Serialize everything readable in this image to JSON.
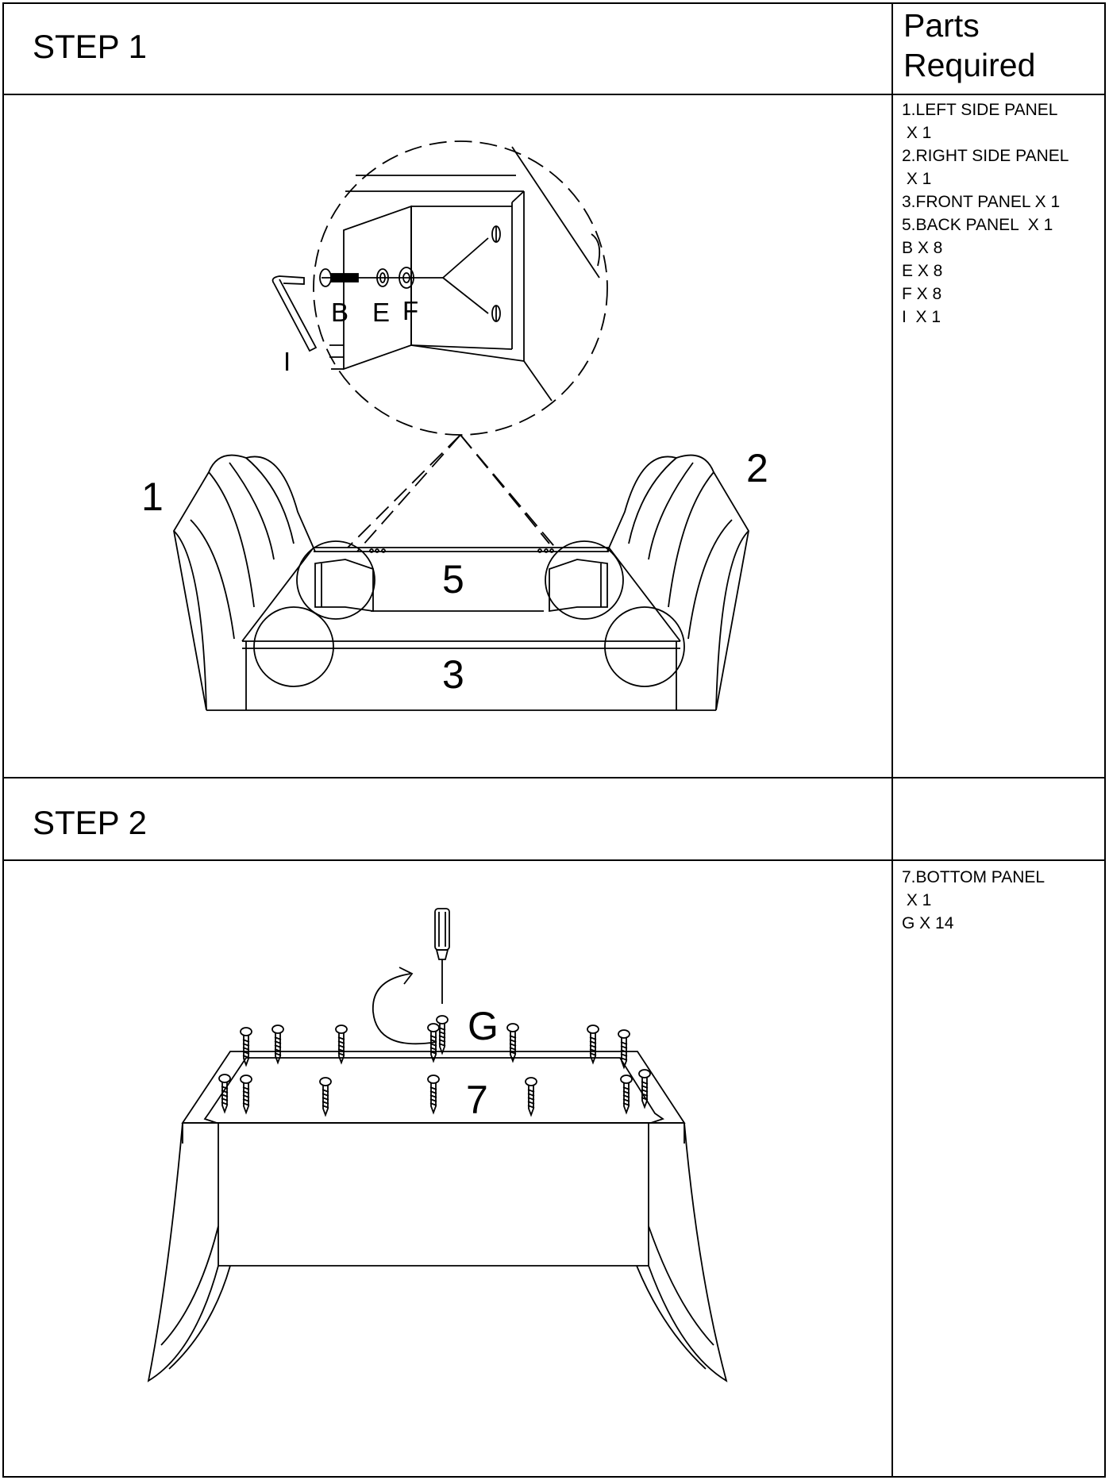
{
  "step1": {
    "title": "STEP 1",
    "labels": {
      "left_panel": "1",
      "right_panel": "2",
      "front_panel": "3",
      "back_panel": "5",
      "bolt": "B",
      "washer_e": "E",
      "washer_f": "F",
      "allen_key": "I"
    }
  },
  "step2": {
    "title": "STEP 2",
    "labels": {
      "bottom_panel": "7",
      "screw": "G"
    }
  },
  "parts": {
    "header_line1": "Parts",
    "header_line2": "Required",
    "step1_items": [
      "1.LEFT SIDE PANEL",
      " X 1",
      "2.RIGHT SIDE PANEL",
      " X 1",
      "3.FRONT PANEL X 1",
      "5.BACK PANEL  X 1",
      "B X 8",
      "E X 8",
      "F X 8",
      "I  X 1"
    ],
    "step2_items": [
      "7.BOTTOM PANEL",
      " X 1",
      "G X 14"
    ]
  }
}
